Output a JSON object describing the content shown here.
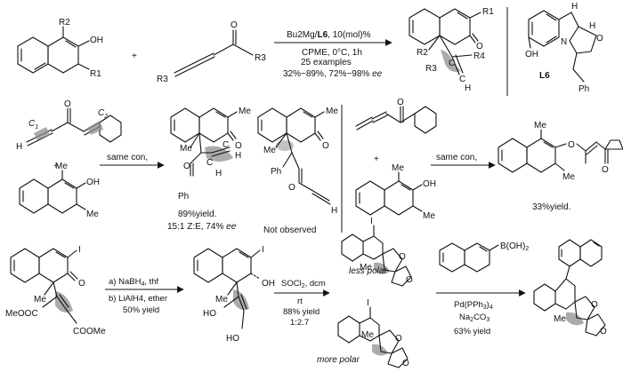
{
  "reaction1": {
    "reactant1_subs": [
      "R2",
      "OH",
      "R1"
    ],
    "plus": "+",
    "reactant2_subs": [
      "O",
      "R3",
      "R3"
    ],
    "cond_catalyst_prefix": "Bu2Mg/",
    "cond_catalyst_ligand": "L6",
    "cond_catalyst_suffix": ", 10(mol)%",
    "cond_solvent": "CPME, 0°C, 1h",
    "cond_scope": "25 examples",
    "cond_yield": "32%~89%, 72%~98%",
    "cond_ee": "ee",
    "product_subs": [
      "R1",
      "O",
      "R2",
      "R3",
      "C",
      "C",
      "R4",
      "H"
    ],
    "ligand_subs": [
      "OH",
      "H",
      "H",
      "N",
      "O",
      "Ph"
    ],
    "ligand_name": "L6"
  },
  "reaction2": {
    "labels": [
      "C",
      "1",
      "C",
      "2",
      "H",
      "O"
    ],
    "plus": "+",
    "naphthol_subs": [
      "Me",
      "OH",
      "Me"
    ],
    "conditions": "same con,",
    "product_subs": [
      "Me",
      "O",
      "Me",
      "O",
      "C",
      "C",
      "H",
      "H",
      "Ph"
    ],
    "product_yield": "89%yield.",
    "product_ratio_prefix": "15:1 Z:E, 74%",
    "product_ee": "ee",
    "side_subs": [
      "Me",
      "O",
      "Me",
      "Ph",
      "O",
      "H"
    ],
    "side_note": "Not observed"
  },
  "reaction3": {
    "reactant_subs": [
      "O"
    ],
    "plus": "+",
    "naphthol_subs": [
      "Me",
      "OH",
      "Me"
    ],
    "conditions": "same con,",
    "product_subs": [
      "Me",
      "O",
      "Me",
      "O"
    ],
    "product_yield": "33%yield."
  },
  "reaction4": {
    "start_subs": [
      "I",
      "O",
      "Me",
      "MeOOC",
      "COOMe"
    ],
    "step1_a": "a) NaBH",
    "step1_a_sub": "4",
    "step1_a_rest": ", thf",
    "step1_b": "b) LiAlH4, ether",
    "step1_yield": "50% yield",
    "diol_subs": [
      "I",
      "OH",
      "Me",
      "HO",
      "HO"
    ],
    "step2_reagent": "SOCl",
    "step2_reagent_sub": "2",
    "step2_reagent_rest": ", dcm",
    "step2_temp": "rt",
    "step2_yield": "88% yield",
    "step2_ratio": "1:2.7",
    "less_polar_subs": [
      "I",
      "Me",
      "O",
      "O"
    ],
    "less_polar": "less polar",
    "more_polar_subs": [
      "I",
      "Me",
      "O",
      "O"
    ],
    "more_polar": "more polar",
    "boronic_label": "B(OH)",
    "boronic_sub": "2",
    "step3_cat": "Pd(PPh",
    "step3_cat_sub": "3",
    "step3_cat_rest": ")",
    "step3_cat_sub2": "4",
    "step3_base": "Na",
    "step3_base_sub": "2",
    "step3_base_rest": "CO",
    "step3_base_sub2": "3",
    "step3_yield": "63% yield",
    "final_subs": [
      "Me",
      "O",
      "O"
    ]
  }
}
